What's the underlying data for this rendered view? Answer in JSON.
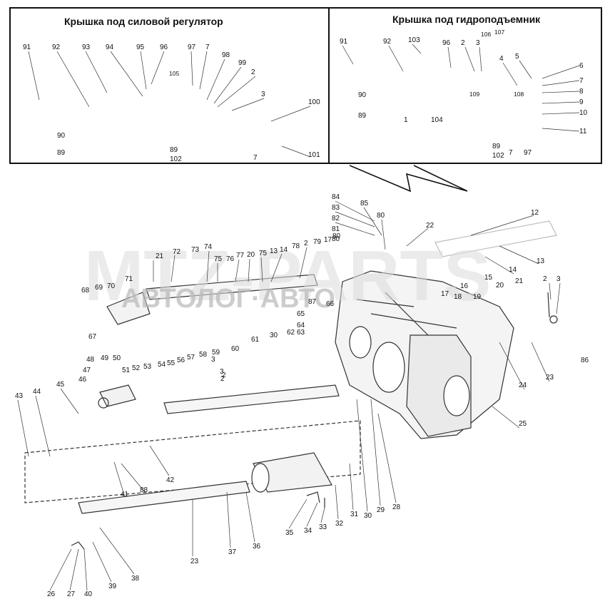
{
  "insets": [
    {
      "title": "Крышка под силовой регулятор"
    },
    {
      "title": "Крышка под гидроподъемник"
    }
  ],
  "watermark": {
    "large": "MTZ-PARTS",
    "small": "АВТОЛОГ·АВТО"
  },
  "labels_left_inset": [
    "91",
    "92",
    "93",
    "94",
    "95",
    "96",
    "97",
    "7",
    "98",
    "99",
    "2",
    "3",
    "100",
    "105",
    "90",
    "89",
    "89",
    "102",
    "101",
    "7"
  ],
  "labels_right_inset": [
    "91",
    "92",
    "103",
    "96",
    "2",
    "3",
    "106",
    "107",
    "4",
    "5",
    "6",
    "7",
    "8",
    "9",
    "10",
    "11",
    "1",
    "104",
    "108",
    "109",
    "90",
    "89",
    "89",
    "102",
    "7",
    "97"
  ],
  "labels_main": [
    "84",
    "83",
    "85",
    "82",
    "80",
    "81",
    "80",
    "22",
    "12",
    "13",
    "14",
    "15",
    "16",
    "17",
    "18",
    "19",
    "20",
    "21",
    "2",
    "3",
    "86",
    "23",
    "24",
    "25",
    "72",
    "73",
    "74",
    "75",
    "76",
    "77",
    "20",
    "75",
    "13",
    "14",
    "78",
    "2",
    "79",
    "17",
    "80",
    "3",
    "2",
    "21",
    "71",
    "70",
    "69",
    "68",
    "67",
    "87",
    "65",
    "66",
    "64",
    "63",
    "62",
    "61",
    "30",
    "60",
    "59",
    "3",
    "2",
    "58",
    "57",
    "56",
    "55",
    "54",
    "53",
    "52",
    "51",
    "50",
    "49",
    "48",
    "47",
    "46",
    "45",
    "44",
    "43",
    "42",
    "41",
    "88",
    "23",
    "37",
    "36",
    "35",
    "34",
    "33",
    "32",
    "31",
    "30",
    "29",
    "28",
    "26",
    "27",
    "40",
    "39",
    "38"
  ]
}
